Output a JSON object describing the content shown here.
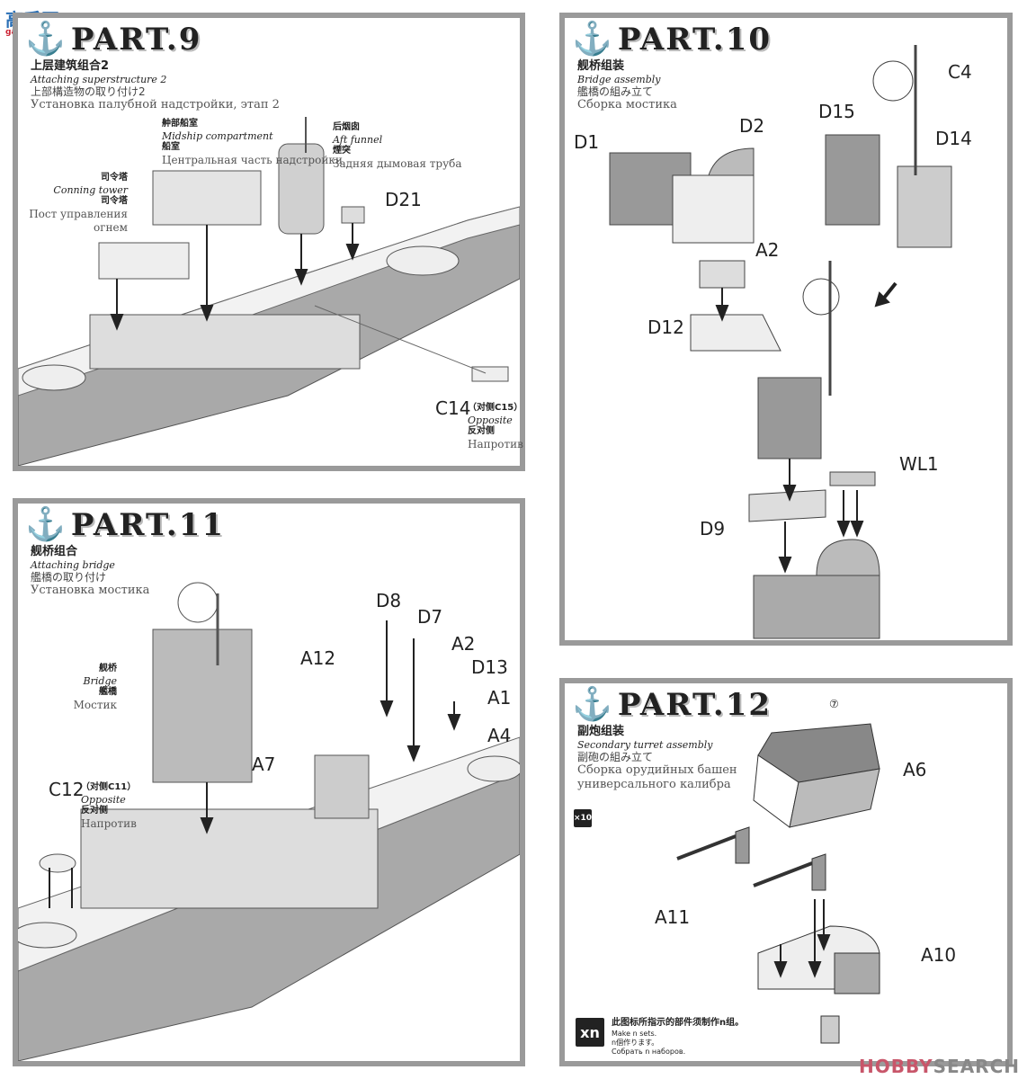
{
  "watermarks": {
    "top_left": "高手网",
    "top_left_sub": "gao-shou.com",
    "bottom_right_a": "HOBBY",
    "bottom_right_b": "SEARCH"
  },
  "icons": {
    "anchor": "⚓",
    "anchor_name": "anchor-icon"
  },
  "parts": [
    {
      "title": "PART.9",
      "zh": "上层建筑组合2",
      "en": "Attaching superstructure 2",
      "ja": "上部構造物の取り付け2",
      "ru": "Установка палубной надстройки, этап 2",
      "callouts": [
        {
          "zh": "舯部船室",
          "en": "Midship compartment",
          "ja": "船室",
          "ru": "Центральная часть надстройки"
        },
        {
          "zh": "后烟囱",
          "en": "Aft funnel",
          "ja": "煙突",
          "ru": "Задняя дымовая труба"
        },
        {
          "zh": "司令塔",
          "en": "Conning tower",
          "ja": "司令塔",
          "ru": "Пост управления огнем"
        }
      ],
      "labels": [
        "D21",
        "C14"
      ],
      "opposite": {
        "part": "（对侧C15）",
        "en": "Opposite",
        "zh": "反对侧",
        "ru": "Напротив"
      }
    },
    {
      "title": "PART.10",
      "zh": "舰桥组装",
      "en": "Bridge assembly",
      "ja": "艦橋の組み立て",
      "ru": "Сборка мостика",
      "labels": [
        "D1",
        "D2",
        "D15",
        "D14",
        "C4",
        "A2",
        "D12",
        "WL1",
        "D9"
      ]
    },
    {
      "title": "PART.11",
      "zh": "舰桥组合",
      "en": "Attaching bridge",
      "ja": "艦橋の取り付け",
      "ru": "Установка мостика",
      "callouts": [
        {
          "zh": "舰桥",
          "en": "Bridge",
          "ja": "艦橋",
          "ru": "Мостик"
        }
      ],
      "labels": [
        "D8",
        "D7",
        "A2",
        "D13",
        "A1",
        "A4",
        "A12",
        "A7",
        "C12"
      ],
      "opposite": {
        "part": "（对侧C11）",
        "en": "Opposite",
        "zh": "反对侧",
        "ru": "Напротив"
      }
    },
    {
      "title": "PART.12",
      "zh": "副炮组装",
      "en": "Secondary turret assembly",
      "ja": "副砲の組み立て",
      "ru": "Сборка орудийных башен",
      "ru2": "универсального калибра",
      "step": "⑦",
      "badge": "×10",
      "labels": [
        "A6",
        "A11",
        "A10"
      ],
      "legend": {
        "badge": "xn",
        "zh": "此图标所指示的部件须制作n组。",
        "en": "Make n sets.",
        "ja": "n個作ります。",
        "ru": "Собрать n наборов."
      }
    }
  ]
}
